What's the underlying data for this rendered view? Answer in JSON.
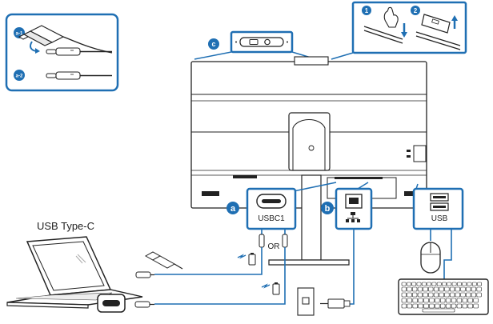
{
  "labels": {
    "usb_type_c": "USB Type-C",
    "usbc1": "USBC1",
    "usb": "USB",
    "or": "OR"
  },
  "badges": {
    "a": "a",
    "b": "b",
    "c": "c",
    "a1": "a-1",
    "a2": "a-2",
    "step1": "1",
    "step2": "2"
  },
  "colors": {
    "accent": "#1f6fb3",
    "outline": "#2a2a2a",
    "panel_fill": "#ffffff"
  }
}
